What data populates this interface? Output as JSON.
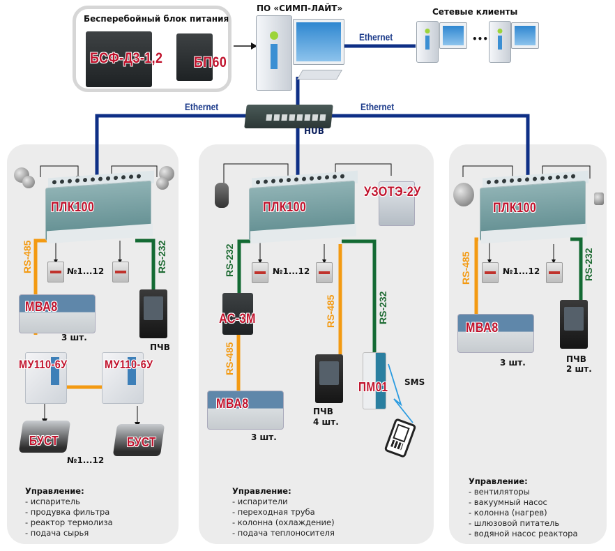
{
  "top": {
    "ups": {
      "title": "Бесперебойный блок питания",
      "devices": [
        "БСФ-Д3-1,2",
        "БП60"
      ]
    },
    "server": {
      "title": "ПО «СИМП-ЛАЙТ»"
    },
    "clients": {
      "title": "Сетевые клиенты",
      "ellipsis": "•••"
    },
    "links": {
      "server_clients": "Ethernet",
      "hub_left": "Ethernet",
      "hub_right": "Ethernet",
      "hub_label": "HUB"
    }
  },
  "colors": {
    "ethernet": "#0e2f86",
    "rs485": "#f39a12",
    "rs232": "#136a33",
    "device_label": "#c0122c",
    "panel_bg": "#ececec"
  },
  "panels": [
    {
      "controller": "ПЛК100",
      "relays_label": "№1...12",
      "rs485_label": "RS-485",
      "rs232_label": "RS-232",
      "mva_label": "МВА8",
      "mva_qty": "3 шт.",
      "pchv_label": "ПЧВ",
      "mu_labels": [
        "МУ110-6У",
        "МУ110-6У"
      ],
      "bust_labels": [
        "БУСТ",
        "БУСТ"
      ],
      "bust_range": "№1...12",
      "control_title": "Управление:",
      "control_items": [
        "- испаритель",
        "- продувка фильтра",
        "- реактор термолиза",
        "- подача сырья"
      ]
    },
    {
      "controller": "ПЛК100",
      "relays_label": "№1...12",
      "uzote_label": "УЗОТЭ-2У",
      "rs232_left_label": "RS-232",
      "ac_label": "АС-3М",
      "rs485_left_label": "RS-485",
      "mva_label": "МВА8",
      "mva_qty": "3 шт.",
      "rs485_mid_label": "RS-485",
      "pchv_label": "ПЧВ",
      "pchv_qty": "4 шт.",
      "rs232_right_label": "RS-232",
      "pm_label": "ПМ01",
      "sms_label": "SMS",
      "control_title": "Управление:",
      "control_items": [
        "- испарители",
        "- переходная труба",
        "- колонна (охлаждение)",
        "- подача теплоносителя"
      ]
    },
    {
      "controller": "ПЛК100",
      "relays_label": "№1...12",
      "rs485_label": "RS-485",
      "rs232_label": "RS-232",
      "mva_label": "МВА8",
      "mva_qty": "3 шт.",
      "pchv_label": "ПЧВ",
      "pchv_qty": "2 шт.",
      "control_title": "Управление:",
      "control_items": [
        "- вентиляторы",
        "- вакуумный насос",
        "- колонна (нагрев)",
        "- шлюзовой питатель",
        "- водяной насос реактора"
      ]
    }
  ]
}
